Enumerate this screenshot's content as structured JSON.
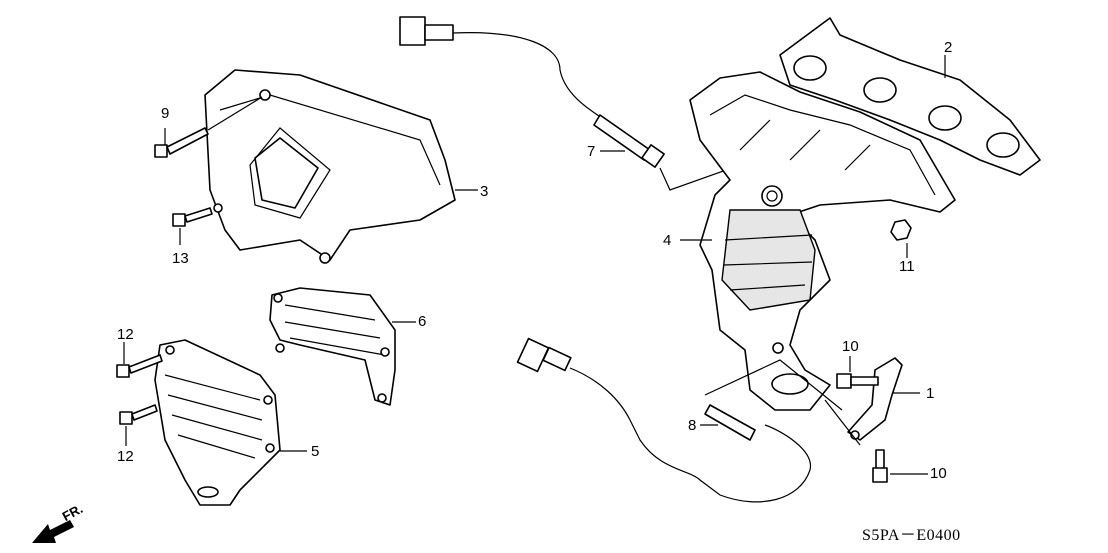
{
  "diagram": {
    "code": "S5PA－E0400",
    "front_indicator": "FR.",
    "callouts": [
      {
        "id": "label-1",
        "text": "1"
      },
      {
        "id": "label-2",
        "text": "2"
      },
      {
        "id": "label-3",
        "text": "3"
      },
      {
        "id": "label-4",
        "text": "4"
      },
      {
        "id": "label-5",
        "text": "5"
      },
      {
        "id": "label-6",
        "text": "6"
      },
      {
        "id": "label-7",
        "text": "7"
      },
      {
        "id": "label-8",
        "text": "8"
      },
      {
        "id": "label-9",
        "text": "9"
      },
      {
        "id": "label-10a",
        "text": "10"
      },
      {
        "id": "label-10b",
        "text": "10"
      },
      {
        "id": "label-11",
        "text": "11"
      },
      {
        "id": "label-12a",
        "text": "12"
      },
      {
        "id": "label-12b",
        "text": "12"
      },
      {
        "id": "label-13",
        "text": "13"
      }
    ]
  }
}
